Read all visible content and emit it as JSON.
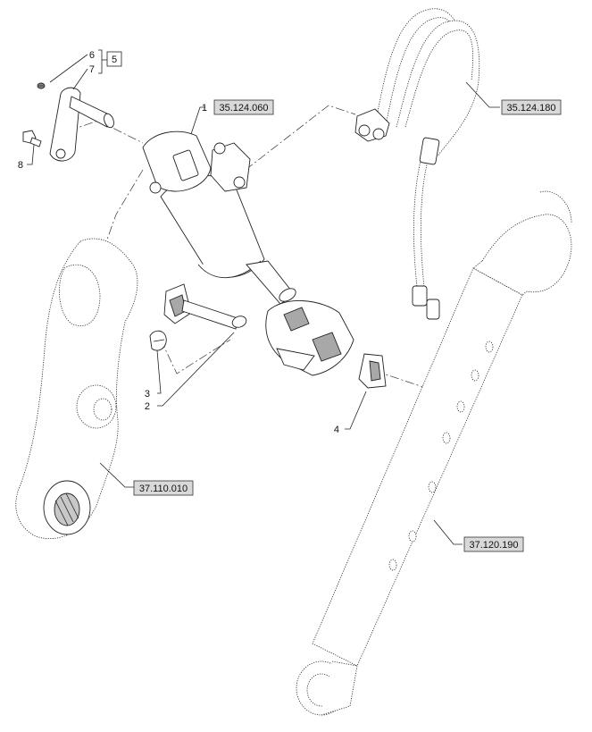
{
  "callouts": {
    "c1": "1",
    "c2": "2",
    "c3": "3",
    "c4": "4",
    "c5": "5",
    "c6": "6",
    "c7": "7",
    "c8": "8"
  },
  "references": {
    "r_cylinder": "35.124.060",
    "r_hoses": "35.124.180",
    "r_lift_arm": "37.110.010",
    "r_lower_link": "37.120.190"
  },
  "colors": {
    "line": "#222222",
    "ref_box_fill": "#d9d9d9",
    "part_shade": "#a8a8a8"
  }
}
